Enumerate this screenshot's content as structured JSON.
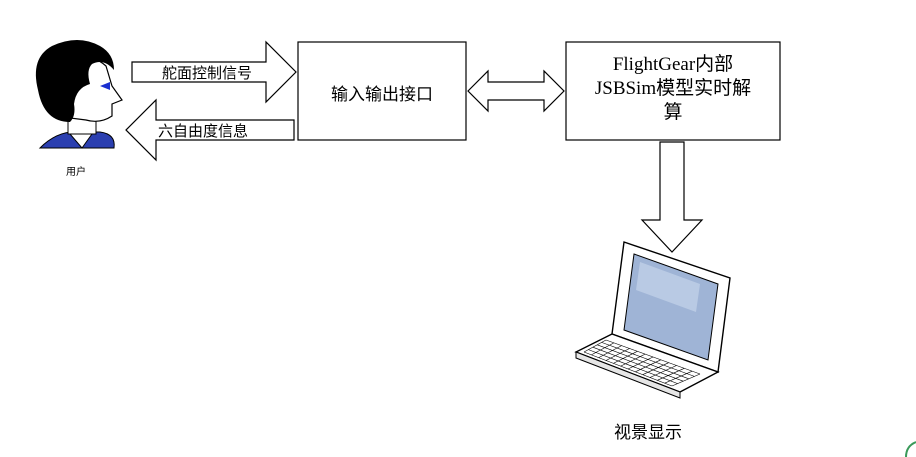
{
  "nodes": {
    "user": {
      "label": "用户"
    },
    "io_interface": {
      "label": "输入输出接口"
    },
    "flightgear": {
      "line1": "FlightGear内部",
      "line2": "JSBSim模型实时解",
      "line3": "算"
    },
    "display": {
      "label": "视景显示"
    }
  },
  "edges": {
    "control_signal": {
      "label": "舵面控制信号"
    },
    "dof_info": {
      "label": "六自由度信息"
    }
  },
  "colors": {
    "stroke": "#000000",
    "hair": "#000000",
    "shirt": "#2b3fb0",
    "eye": "#1a2fd0",
    "screen": "#9fb4d6",
    "logo_green": "#3a9a5a"
  }
}
